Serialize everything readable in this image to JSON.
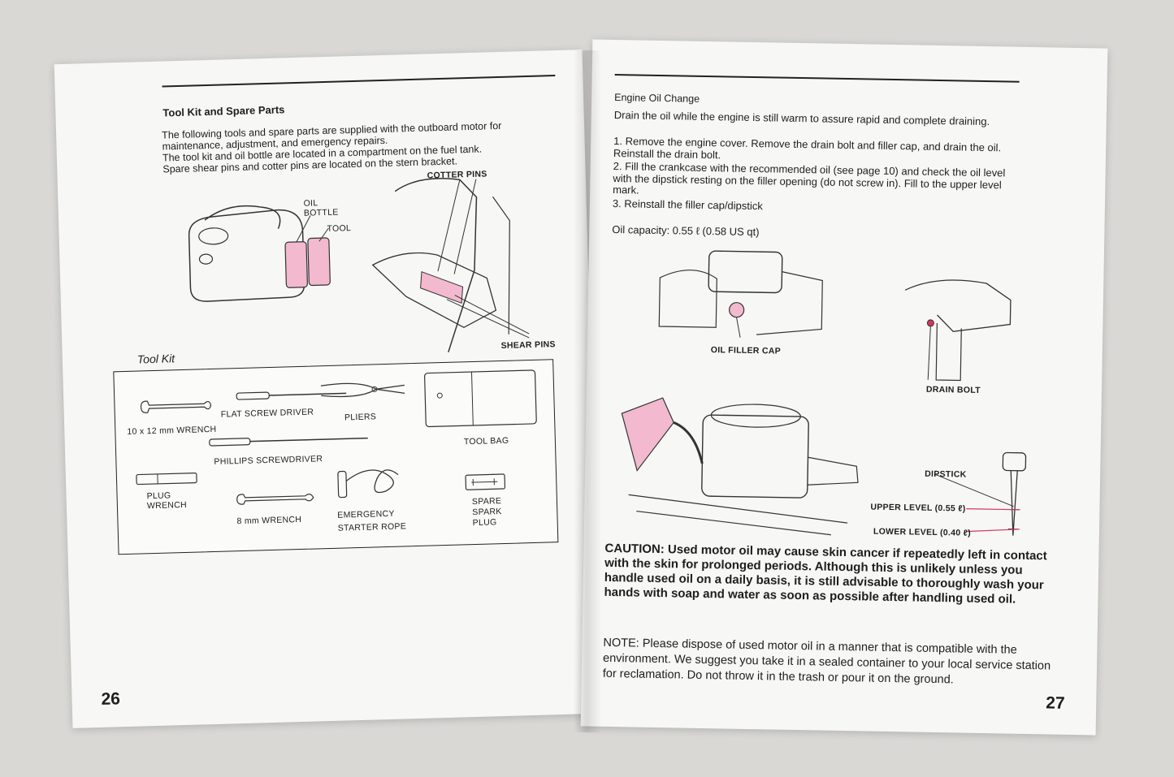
{
  "left_page": {
    "section_title": "Tool Kit and Spare Parts",
    "intro_lines": [
      "The following tools and spare parts are supplied with the outboard motor for",
      "maintenance, adjustment, and emergency repairs.",
      "The tool kit and oil bottle are located in a compartment on the fuel tank.",
      "Spare shear pins and cotter pins are located on the stern bracket."
    ],
    "figure_labels": {
      "oil_bottle_line1": "OIL",
      "oil_bottle_line2": "BOTTLE",
      "tool": "TOOL",
      "cotter_pins": "COTTER PINS",
      "shear_pins": "SHEAR PINS"
    },
    "tool_kit_title": "Tool Kit",
    "tools": {
      "wrench_10x12": "10 x 12 mm WRENCH",
      "flat_screwdriver": "FLAT SCREW DRIVER",
      "pliers": "PLIERS",
      "tool_bag": "TOOL BAG",
      "phillips": "PHILLIPS SCREWDRIVER",
      "plug_wrench_line1": "PLUG",
      "plug_wrench_line2": "WRENCH",
      "wrench_8": "8 mm WRENCH",
      "starter_rope_line1": "EMERGENCY",
      "starter_rope_line2": "STARTER ROPE",
      "spark_plug_line1": "SPARE",
      "spark_plug_line2": "SPARK",
      "spark_plug_line3": "PLUG"
    },
    "page_number": "26"
  },
  "right_page": {
    "section_title": "Engine Oil Change",
    "intro": "Drain the oil while the engine is still warm to assure rapid and complete draining.",
    "steps": [
      "1. Remove the engine cover. Remove the drain bolt and filler cap, and drain the oil. Reinstall the drain bolt.",
      "2. Fill the crankcase with the recommended oil (see page 10) and check the oil level with the dipstick resting on the filler opening (do not screw in). Fill to the upper level mark.",
      "3. Reinstall the filler cap/dipstick"
    ],
    "oil_capacity": "Oil capacity: 0.55 ℓ (0.58 US qt)",
    "figure_labels": {
      "oil_filler_cap": "OIL FILLER CAP",
      "drain_bolt": "DRAIN BOLT",
      "dipstick": "DIPSTICK",
      "upper_level": "UPPER LEVEL (0.55 ℓ)",
      "lower_level": "LOWER LEVEL (0.40 ℓ)"
    },
    "caution": "CAUTION: Used motor oil may cause skin cancer if repeatedly left in contact with the skin for prolonged periods. Although this is unlikely unless you handle used oil on a daily basis, it is still advisable to thoroughly wash your hands with soap and water as soon as possible after handling used oil.",
    "note": "NOTE: Please dispose of used motor oil in a manner that is compatible with the environment. We suggest you take it in a sealed container to your local service station for reclamation. Do not throw it in the trash or pour it on the ground.",
    "page_number": "27"
  },
  "colors": {
    "highlight_pink": "#f2b9cf",
    "ink": "#1e1e1e",
    "paper": "#f7f7f5",
    "leader_red": "#d2365f"
  }
}
